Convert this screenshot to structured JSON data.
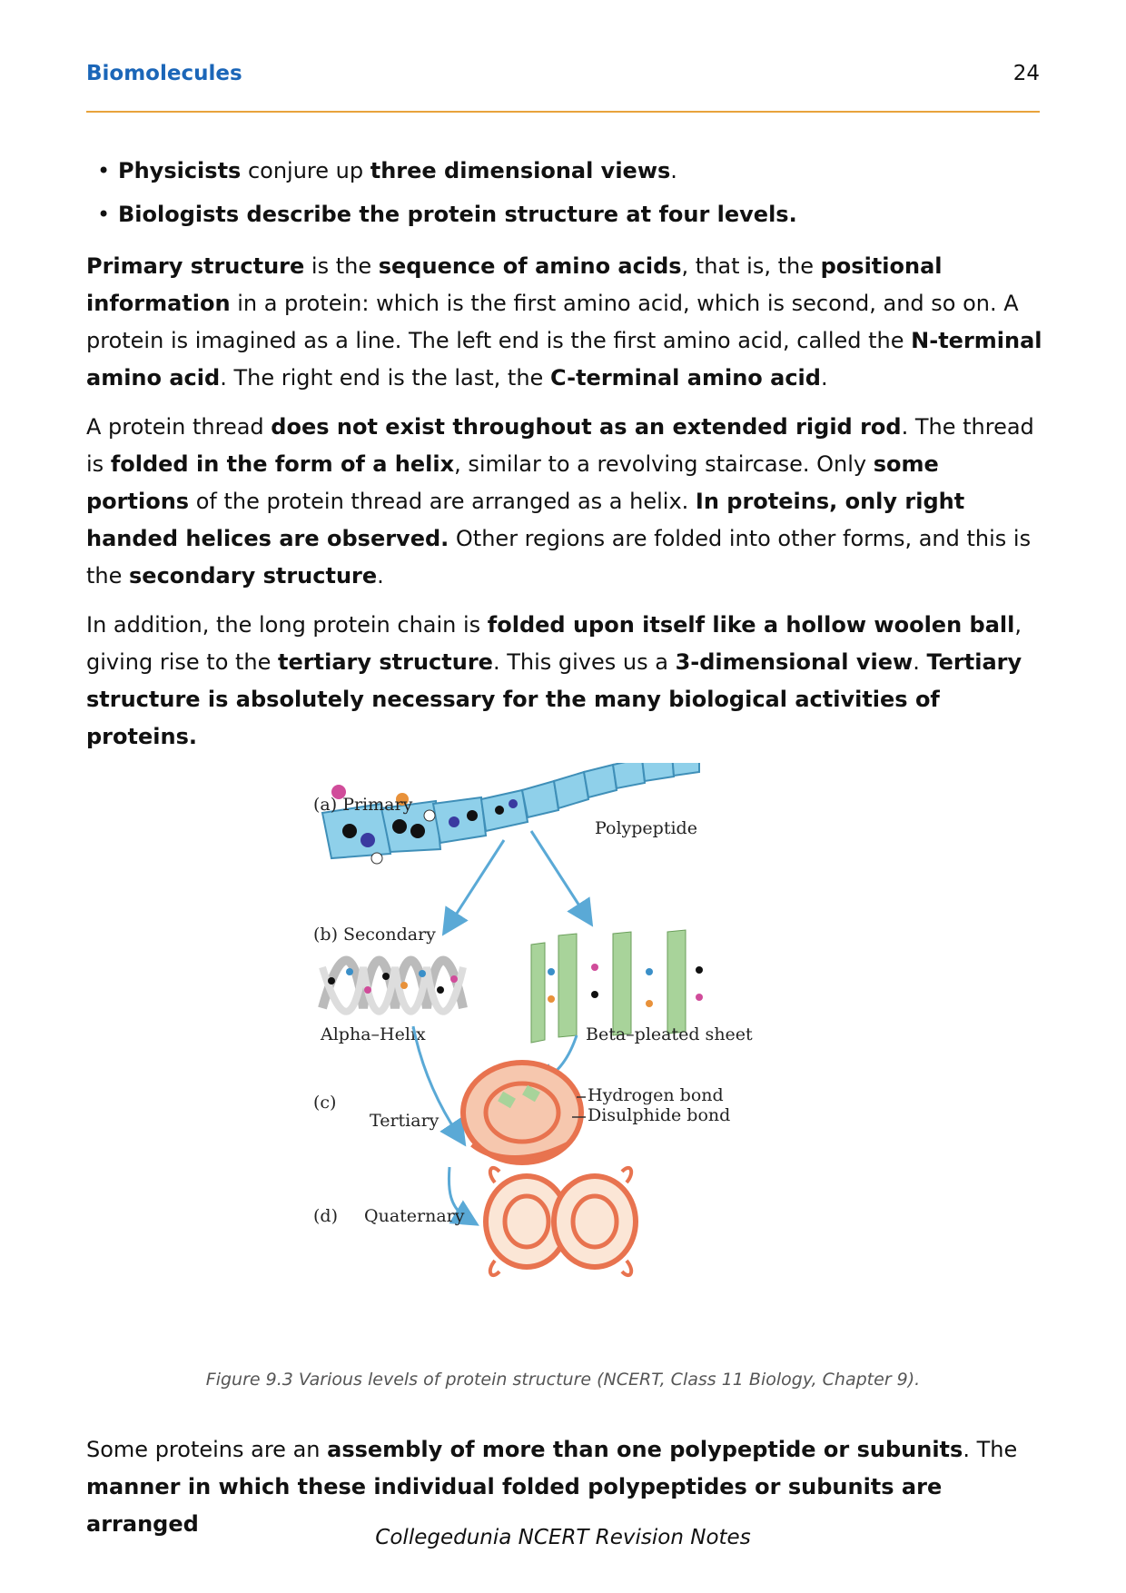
{
  "header": {
    "section_title": "Biomolecules",
    "page_number": "24"
  },
  "bullets": [
    {
      "parts": [
        {
          "t": "Physicists",
          "b": true
        },
        {
          "t": " conjure up "
        },
        {
          "t": "three dimensional views",
          "b": true
        },
        {
          "t": "."
        }
      ]
    },
    {
      "parts": [
        {
          "t": "Biologists describe the protein structure at four levels.",
          "b": true
        }
      ]
    }
  ],
  "paragraphs": [
    {
      "parts": [
        {
          "t": "Primary structure",
          "b": true
        },
        {
          "t": " is the "
        },
        {
          "t": "sequence of amino acids",
          "b": true
        },
        {
          "t": ", that is, the "
        },
        {
          "t": "positional information",
          "b": true
        },
        {
          "t": " in a protein: which is the first amino acid, which is second, and so on. A protein is imagined as a line. The left end is the first amino acid, called the "
        },
        {
          "t": "N-terminal amino acid",
          "b": true
        },
        {
          "t": ". The right end is the last, the "
        },
        {
          "t": "C-terminal amino acid",
          "b": true
        },
        {
          "t": "."
        }
      ]
    },
    {
      "parts": [
        {
          "t": "A protein thread "
        },
        {
          "t": "does not exist throughout as an extended rigid rod",
          "b": true
        },
        {
          "t": ". The thread is "
        },
        {
          "t": "folded in the form of a helix",
          "b": true
        },
        {
          "t": ", similar to a revolving staircase. Only "
        },
        {
          "t": "some portions",
          "b": true
        },
        {
          "t": " of the protein thread are arranged as a helix. "
        },
        {
          "t": "In proteins, only right handed helices are observed.",
          "b": true
        },
        {
          "t": " Other regions are folded into other forms, and this is the "
        },
        {
          "t": "secondary structure",
          "b": true
        },
        {
          "t": "."
        }
      ]
    },
    {
      "parts": [
        {
          "t": "In addition, the long protein chain is "
        },
        {
          "t": "folded upon itself like a hollow woolen ball",
          "b": true
        },
        {
          "t": ", giving rise to the "
        },
        {
          "t": "tertiary structure",
          "b": true
        },
        {
          "t": ". This gives us a "
        },
        {
          "t": "3-dimensional view",
          "b": true
        },
        {
          "t": ". "
        },
        {
          "t": "Tertiary structure is absolutely necessary for the many biological activities of proteins.",
          "b": true
        }
      ]
    }
  ],
  "figure": {
    "labels": {
      "a_primary": "(a)  Primary",
      "polypeptide": "Polypeptide",
      "b_secondary": "(b)  Secondary",
      "alpha_helix": "Alpha–Helix",
      "beta_sheet": "Beta–pleated  sheet",
      "c": "(c)",
      "tertiary": "Tertiary",
      "hydrogen_bond": "Hydrogen  bond",
      "disulphide_bond": "Disulphide  bond",
      "d": "(d)",
      "quaternary": "Quaternary"
    },
    "caption": "Figure 9.3 Various levels of protein structure (NCERT, Class 11 Biology, Chapter 9).",
    "colors": {
      "chain": "#8fd0ea",
      "chain_stroke": "#3f8fb8",
      "arrow": "#8fd0ea",
      "sheet": "#a8d39a",
      "coil": "#e8734f",
      "coil_light": "#f6c7ae"
    }
  },
  "paragraphs_after": [
    {
      "parts": [
        {
          "t": "Some proteins are an "
        },
        {
          "t": "assembly of more than one polypeptide or subunits",
          "b": true
        },
        {
          "t": ". The "
        },
        {
          "t": "manner in which these individual folded polypeptides or subunits are arranged",
          "b": true
        }
      ]
    }
  ],
  "footer": "Collegedunia NCERT Revision Notes"
}
